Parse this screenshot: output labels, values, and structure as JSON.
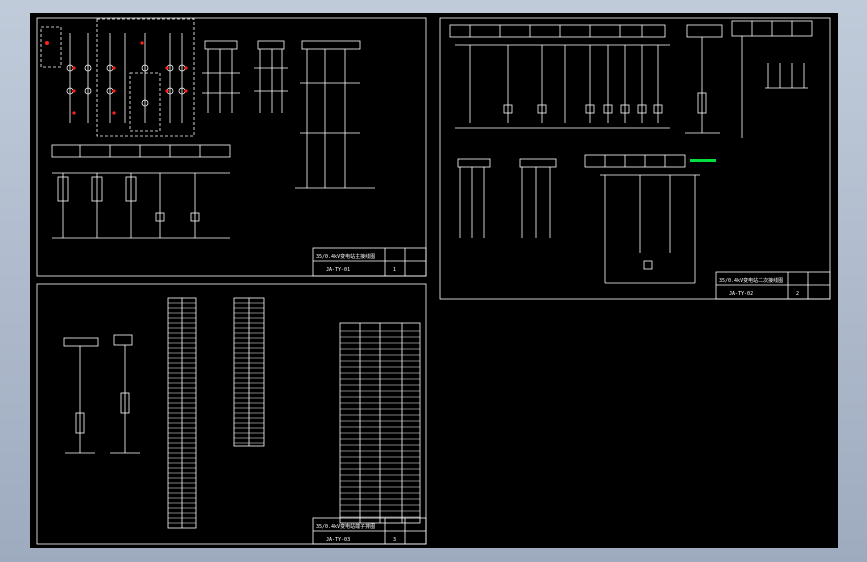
{
  "sheets": {
    "top_left": {
      "title_block": {
        "name": "35/0.4kV变电站主接线图",
        "code": "JA-TY-01",
        "sheet": "1"
      }
    },
    "top_right": {
      "title_block": {
        "name": "35/0.4kV变电站二次接线图",
        "code": "JA-TY-02",
        "sheet": "2"
      }
    },
    "bottom_left": {
      "title_block": {
        "name": "35/0.4kV变电站端子排图",
        "code": "JA-TY-03",
        "sheet": "3"
      }
    }
  },
  "colors": {
    "background": "#000000",
    "lines": "#ffffff",
    "marker_red": "#ff2020",
    "marker_green": "#00e040",
    "viewport_border": "#aab6c8"
  }
}
